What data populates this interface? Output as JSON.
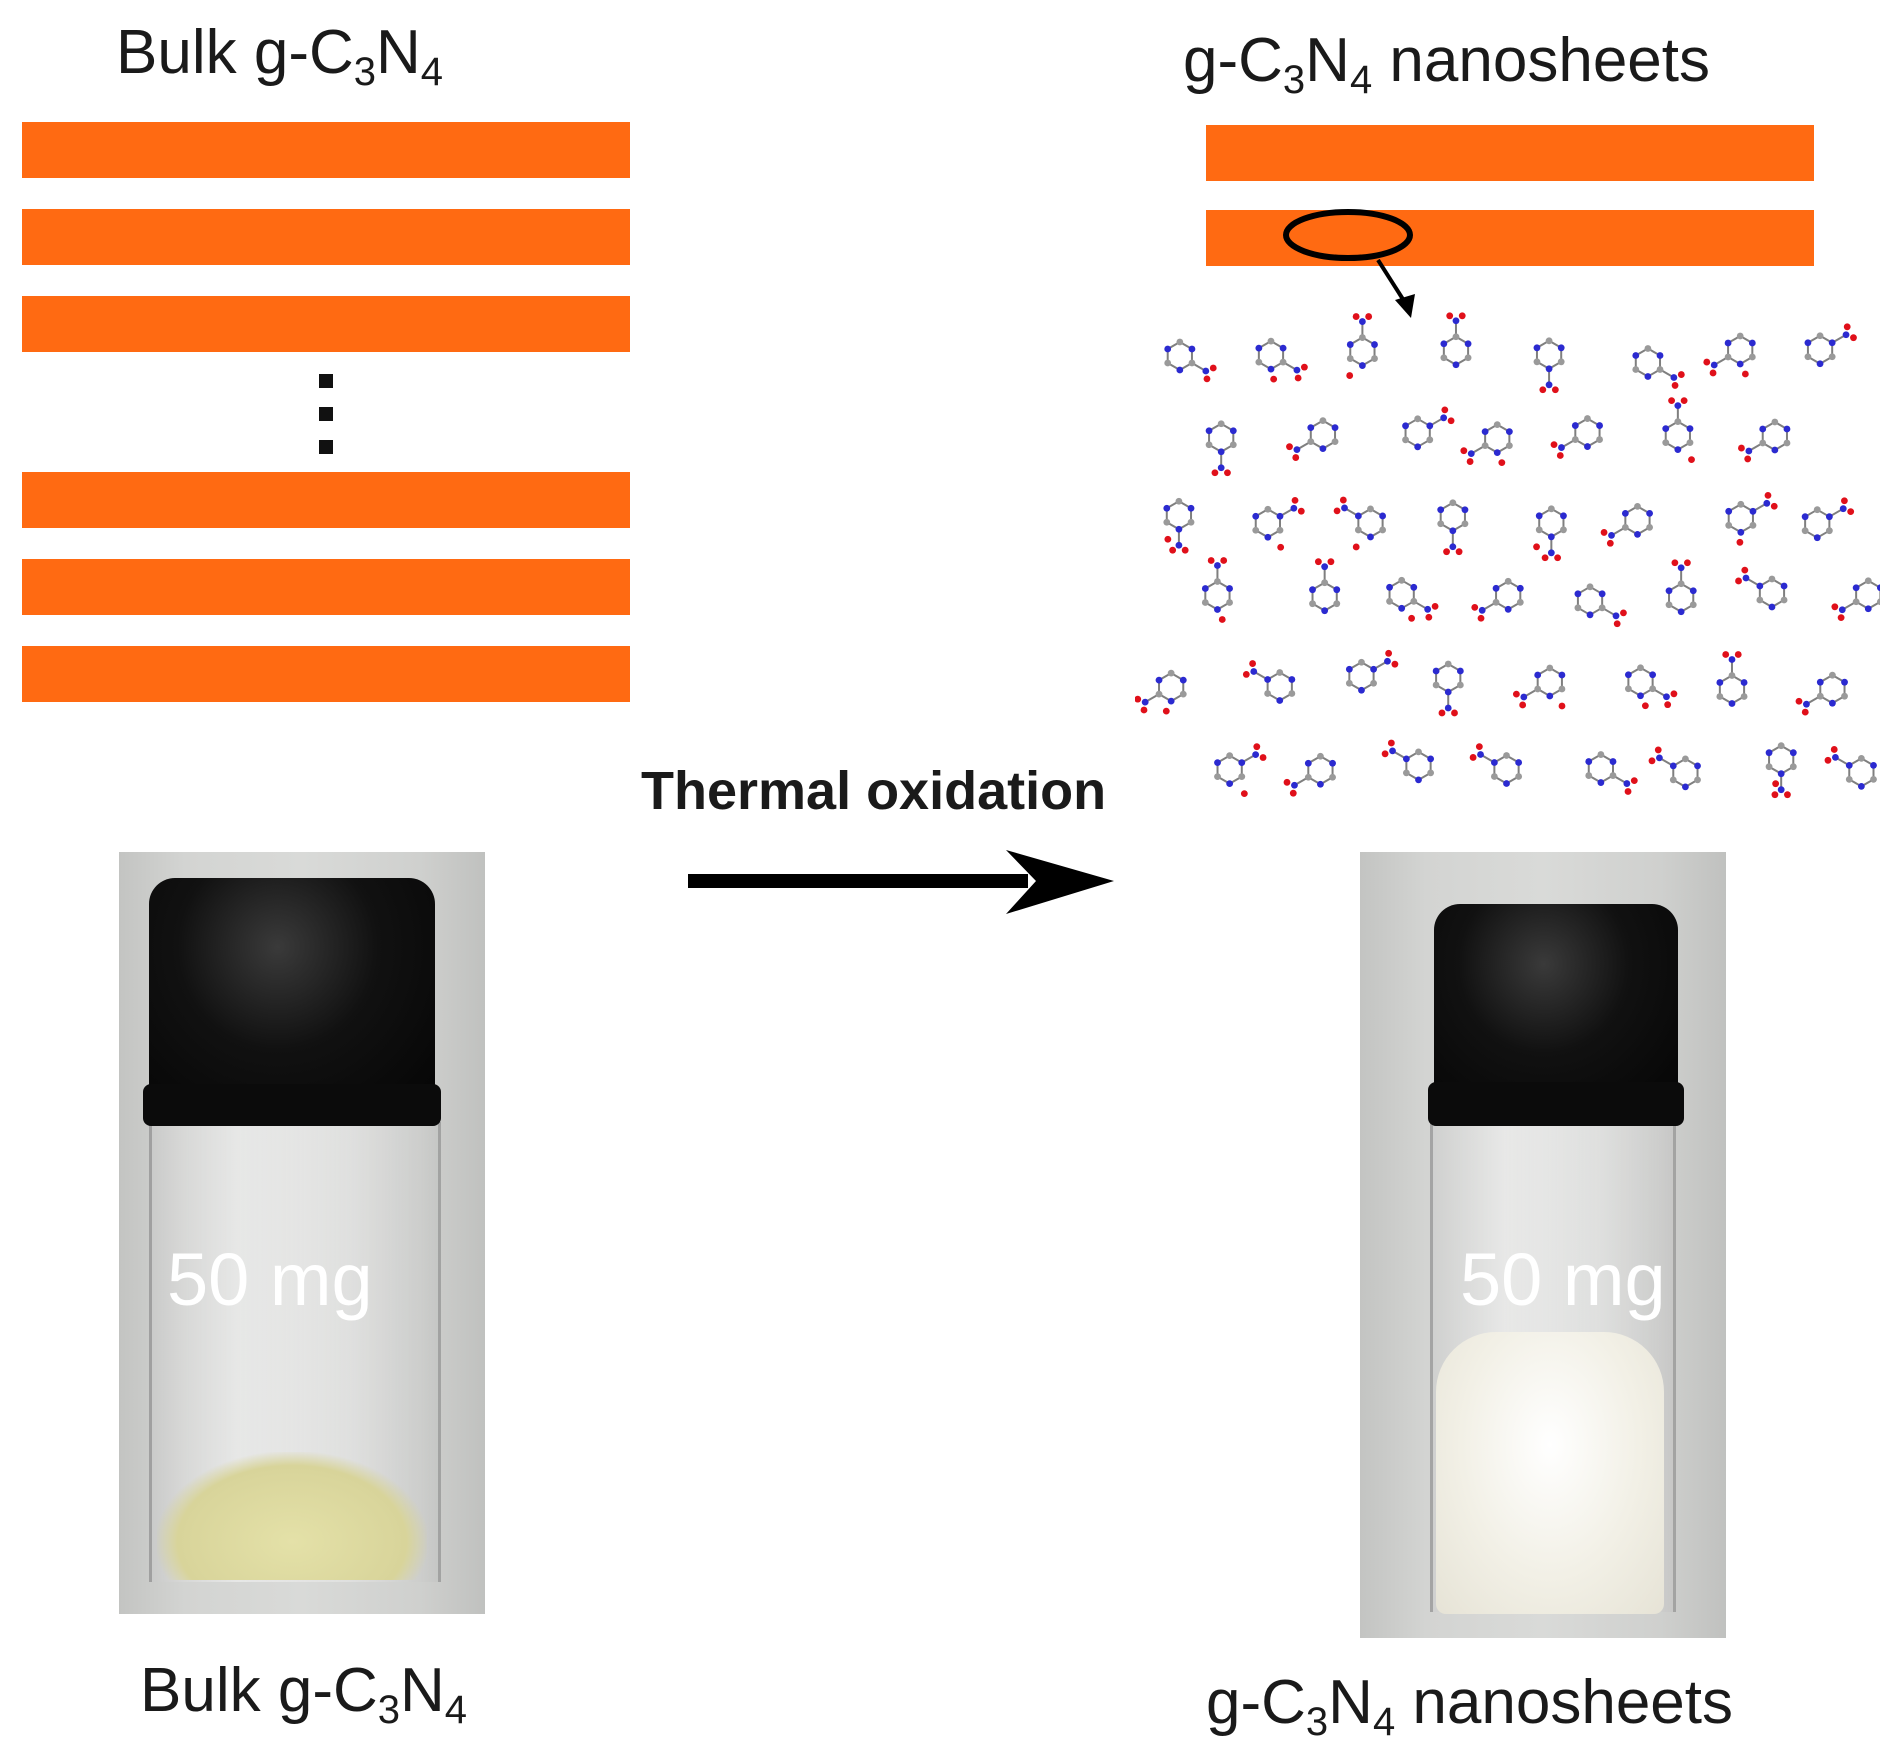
{
  "figure": {
    "left_panel": {
      "title": "Bulk g-C₃N₄",
      "layer_count_top": 3,
      "layer_count_bottom": 3,
      "photo": {
        "mass_label": "50 mg",
        "powder_color": "#e4e1a8"
      },
      "caption": "Bulk g-C₃N₄"
    },
    "right_panel": {
      "title": "g-C₃N₄ nanosheets",
      "layer_count": 2,
      "structure": {
        "carbon_color": "#9a9a9a",
        "nitrogen_color": "#2b2ad0",
        "oxygen_color": "#e0101a"
      },
      "photo": {
        "mass_label": "50 mg",
        "powder_color": "#f2f0e6"
      },
      "caption": "g-C₃N₄ nanosheets"
    },
    "process": {
      "label": "Thermal oxidation"
    },
    "colors": {
      "layer": "#ff6a12",
      "arrow": "#000000",
      "cap": "#0a0a0a"
    }
  }
}
